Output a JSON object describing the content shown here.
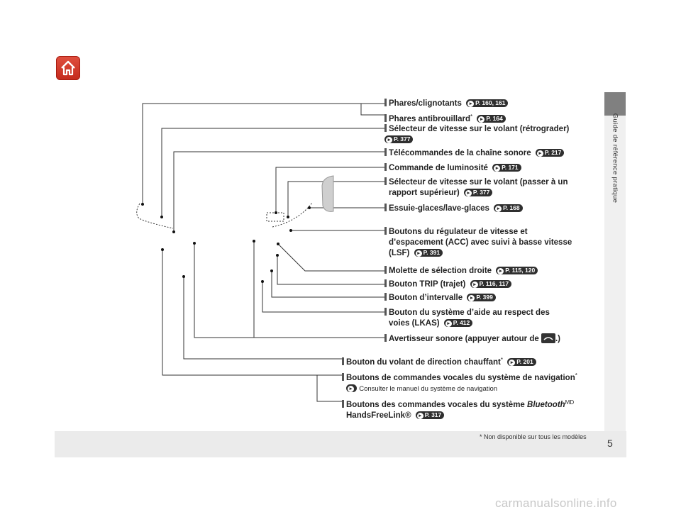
{
  "page": {
    "number": "5",
    "side_tab": "Guide de référence pratique",
    "footnote": "* Non disponible sur tous les modèles",
    "watermark": "carmanualsonline.info"
  },
  "home_button": {
    "icon": "home-icon"
  },
  "callouts": {
    "phares": {
      "text": "Phares/clignotants",
      "ref": "P. 160, 161"
    },
    "antibrouillard": {
      "text": "Phares antibrouillard",
      "star": "*",
      "ref": "P. 164"
    },
    "retrograder": {
      "text": "Sélecteur de vitesse sur le volant (rétrograder)",
      "ref": "P. 377"
    },
    "telecommandes": {
      "text": "Télécommandes de la chaîne sonore",
      "ref": "P. 217"
    },
    "luminosite": {
      "text": "Commande de luminosité",
      "ref": "P. 171"
    },
    "passer_line1": {
      "text": "Sélecteur de vitesse sur le volant (passer à un"
    },
    "passer_line2": {
      "text": "rapport supérieur)",
      "ref": "P. 377"
    },
    "essuie": {
      "text": "Essuie-glaces/lave-glaces",
      "ref": "P. 168"
    },
    "acc_line1": {
      "text": "Boutons du régulateur de vitesse et"
    },
    "acc_line2": {
      "text": "d’espacement (ACC) avec suivi à basse vitesse"
    },
    "acc_line3": {
      "text": "(LSF)",
      "ref": "P. 391"
    },
    "molette": {
      "text": "Molette de sélection droite",
      "ref": "P. 115, 120"
    },
    "trip": {
      "text": "Bouton TRIP (trajet)",
      "ref": "P. 116, 117"
    },
    "intervalle": {
      "text": "Bouton d’intervalle",
      "ref": "P. 399"
    },
    "lkas_line1": {
      "text": "Bouton du système d’aide au respect des"
    },
    "lkas_line2": {
      "text": "voies (LKAS)",
      "ref": "P. 412"
    },
    "avertisseur": {
      "text": "Avertisseur sonore (appuyer autour de",
      "text_end": ".)"
    },
    "volant_chauffant": {
      "text": "Bouton du volant de direction chauffant",
      "star": "*",
      "ref": "P. 201"
    },
    "nav_vocal": {
      "text": "Boutons de commandes vocales du système de navigation",
      "star": "*"
    },
    "nav_manual": {
      "text": "Consulter le manuel du système de navigation"
    },
    "bt_line1": {
      "text": "Boutons des commandes vocales du système",
      "italic": "Bluetooth",
      "sup": "MD"
    },
    "bt_line2": {
      "text": "HandsFreeLink®",
      "ref": "P. 317"
    }
  }
}
